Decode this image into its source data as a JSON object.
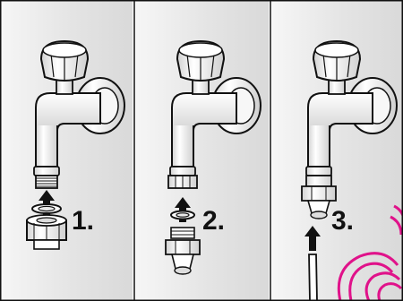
{
  "steps": [
    {
      "label": "1."
    },
    {
      "label": "2."
    },
    {
      "label": "3."
    }
  ],
  "colors": {
    "background": "#e9e9e9",
    "outline": "#111111",
    "metal": "#f4f4f4",
    "arrow": "#111111",
    "watermark": "#e0128a"
  },
  "icons": {
    "arrow": "up-arrow-icon",
    "faucet": "faucet-icon",
    "watermark": "stamp-logo"
  }
}
